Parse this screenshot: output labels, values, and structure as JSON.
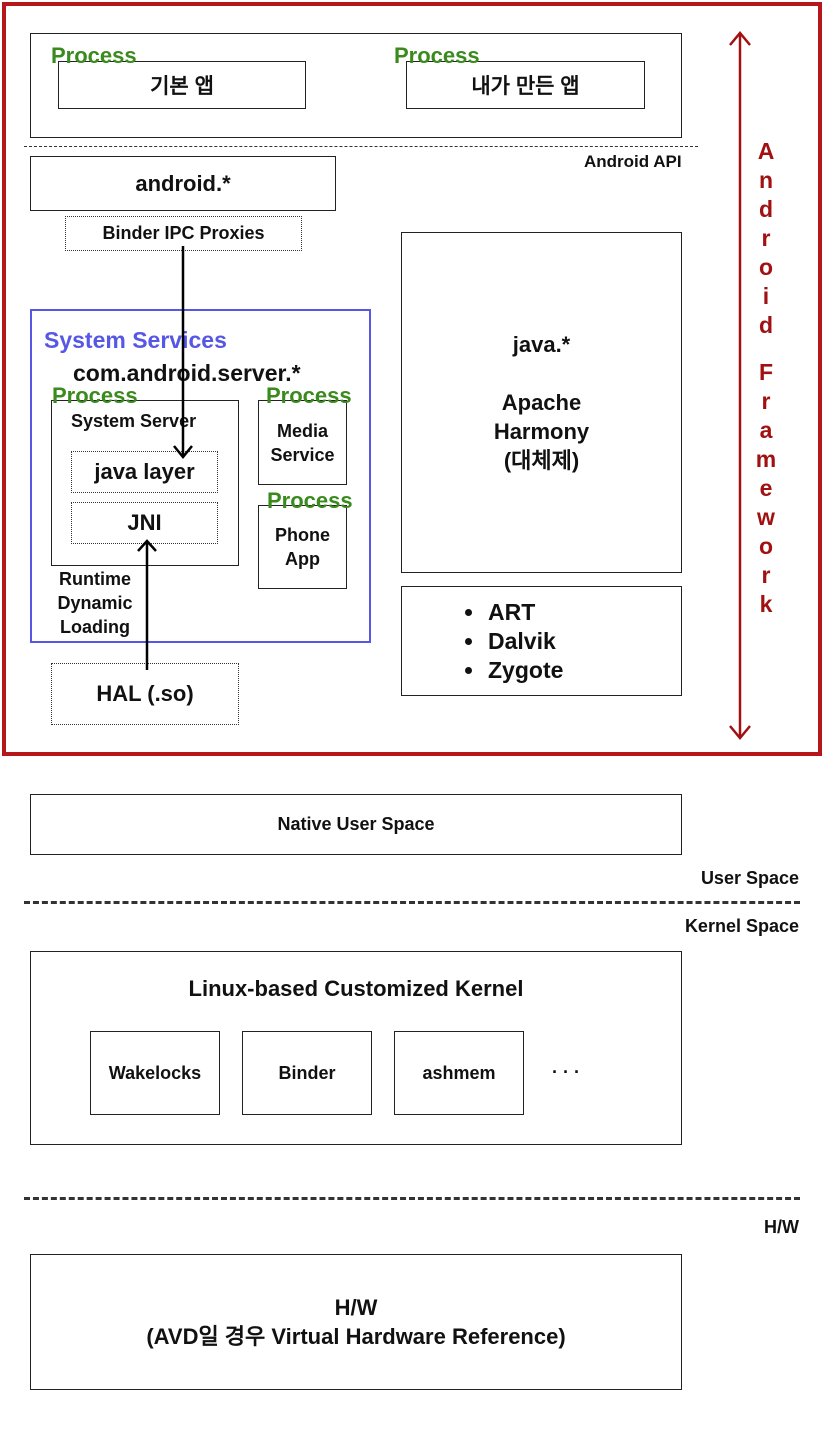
{
  "framework_label": "Android Framework",
  "apps": {
    "process_label": "Process",
    "default_app": "기본 앱",
    "my_app": "내가 만든 앱"
  },
  "android_api_label": "Android API",
  "android_pkg": "android.*",
  "binder_proxies": "Binder IPC Proxies",
  "system_services": {
    "title": "System Services",
    "package": "com.android.server.*",
    "process_label": "Process",
    "system_server": "System Server",
    "java_layer": "java layer",
    "jni": "JNI",
    "media_service_line1": "Media",
    "media_service_line2": "Service",
    "phone_app_line1": "Phone",
    "phone_app_line2": "App",
    "runtime_line1": "Runtime",
    "runtime_line2": "Dynamic",
    "runtime_line3": "Loading"
  },
  "hal": "HAL (.so)",
  "java_box": {
    "pkg": "java.*",
    "line1": "Apache",
    "line2": "Harmony",
    "line3": "(대체제)"
  },
  "runtime_items": [
    "ART",
    "Dalvik",
    "Zygote"
  ],
  "native_user_space": "Native User Space",
  "user_space_label": "User Space",
  "kernel_space_label": "Kernel Space",
  "kernel": {
    "title": "Linux-based Customized Kernel",
    "modules": [
      "Wakelocks",
      "Binder",
      "ashmem"
    ],
    "ellipsis": "· · ·"
  },
  "hw_label": "H/W",
  "hw_box": {
    "line1": "H/W",
    "line2": "(AVD일 경우 Virtual Hardware Reference)"
  },
  "colors": {
    "framework_border": "#b5171b",
    "framework_text": "#a11111",
    "process": "#3a8a1e",
    "system_services": "#5757e6"
  }
}
